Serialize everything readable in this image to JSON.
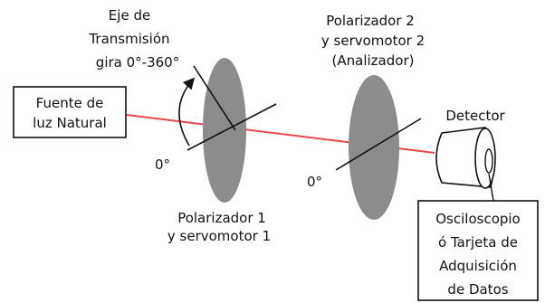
{
  "labels": {
    "eje_line1": "Eje de",
    "eje_line2": "Transmisión",
    "eje_line3": "gira  0°-360°",
    "zero_1": "0°",
    "zero_2": "0°",
    "pol1_line1": "Polarizador 1",
    "pol1_line2": "y servomotor 1",
    "pol2_line1": "Polarizador 2",
    "pol2_line2": "y servomotor 2",
    "pol2_line3": "(Analizador)",
    "detector": "Detector",
    "source_line1": "Fuente de",
    "source_line2": "luz Natural",
    "osc_line1": "Osciloscopio",
    "osc_line2": "ó  Tarjeta de",
    "osc_line3": "Adquisición",
    "osc_line4": "de Datos"
  },
  "colors": {
    "beam": "#e8484a",
    "polarizer_fill": "#8c8c8c",
    "stroke": "#111111"
  }
}
